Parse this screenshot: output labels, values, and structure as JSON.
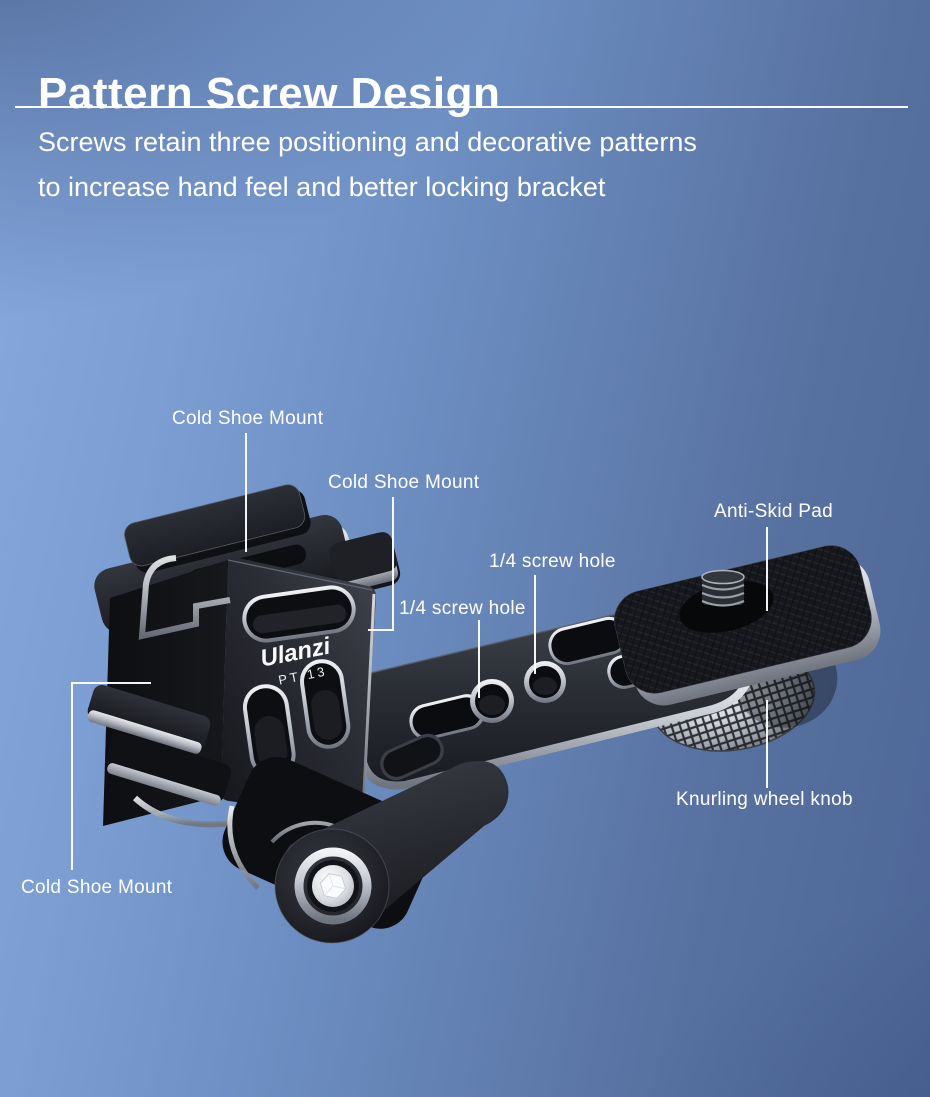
{
  "header": {
    "title": "Pattern Screw Design",
    "subtitle_line1": "Screws retain three positioning and decorative patterns",
    "subtitle_line2": "to increase hand feel and better locking bracket"
  },
  "product": {
    "brand": "Ulanzi",
    "model": "PT-13"
  },
  "callouts": [
    {
      "id": "cold-shoe-mount-top",
      "label": "Cold Shoe Mount"
    },
    {
      "id": "cold-shoe-mount-middle",
      "label": "Cold Shoe Mount"
    },
    {
      "id": "quarter-screw-hole-upper",
      "label": "1/4 screw hole"
    },
    {
      "id": "quarter-screw-hole-lower",
      "label": "1/4 screw hole"
    },
    {
      "id": "anti-skid-pad",
      "label": "Anti-Skid Pad"
    },
    {
      "id": "knurling-wheel-knob",
      "label": "Knurling wheel knob"
    },
    {
      "id": "cold-shoe-mount-bottom",
      "label": "Cold Shoe Mount"
    }
  ],
  "colors": {
    "background_light": "#87a9de",
    "background_dark": "#4d6697",
    "text": "#ffffff",
    "product_black": "#17181d",
    "metal_silver": "#c8ccd3"
  }
}
